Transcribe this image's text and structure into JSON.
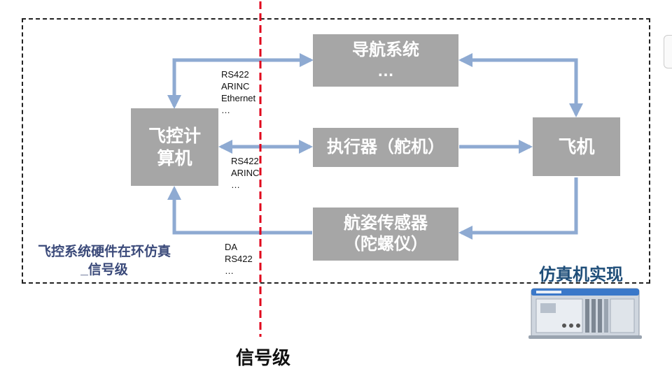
{
  "frame_label": [
    "飞控系统硬件在环仿真",
    "_信号级"
  ],
  "simulator_label": "仿真机实现",
  "signal_level_label": "信号级",
  "blocks": {
    "fcc": [
      "飞控计",
      "算机"
    ],
    "nav": [
      "导航系统",
      "…"
    ],
    "actuator": "执行器（舵机）",
    "aircraft": "飞机",
    "sensor": [
      "航姿传感器",
      "（陀螺仪）"
    ]
  },
  "protocols": {
    "top": [
      "RS422",
      "ARINC",
      "Ethernet",
      "…"
    ],
    "mid": [
      "RS422",
      "ARINC",
      "…"
    ],
    "bottom": [
      "DA",
      "RS422",
      "…"
    ]
  },
  "colors": {
    "box": "#a6a6a6",
    "arrow": "#8eaad2",
    "divider": "#e0001b",
    "frame_label": "#3b4a7a",
    "sim_label": "#1f4e79"
  },
  "icons": [
    "simulator-hardware-icon"
  ]
}
